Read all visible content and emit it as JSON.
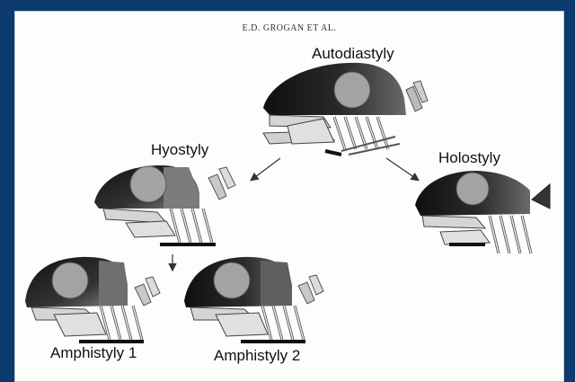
{
  "running_head": "E.D. GROGAN ET AL.",
  "labels": {
    "autodiastyly": "Autodiastyly",
    "hyostyly": "Hyostyly",
    "holostyly": "Holostyly",
    "amphistyly_1": "Amphistyly 1",
    "amphistyly_2": "Amphistyly 2"
  },
  "colors": {
    "frame": "#0b3a6e",
    "paper": "#fdfdfc",
    "cranium_dark": "#1a1a1a",
    "cranium_grey": "#7a7a7a",
    "eye": "#9e9e9e",
    "arches": "#cfcfcf"
  }
}
